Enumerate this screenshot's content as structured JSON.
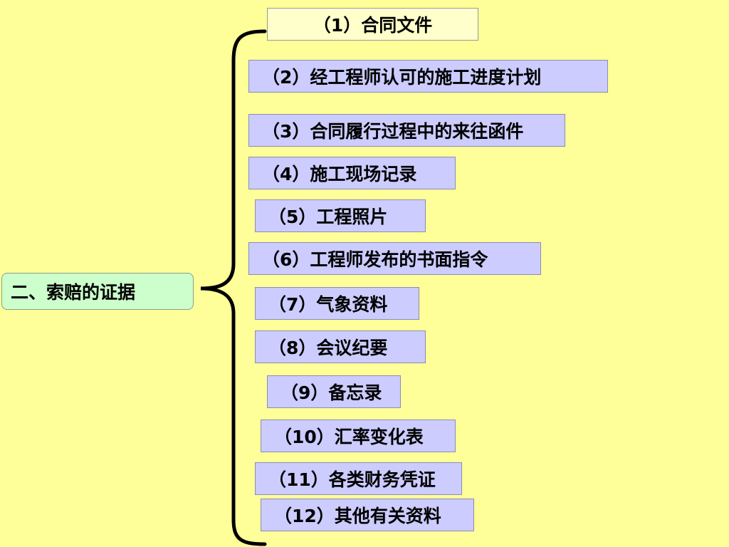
{
  "colors": {
    "background": "#ffff99",
    "root_fill": "#ccffcc",
    "first_item_fill": "#ffffcc",
    "item_fill": "#ccccff",
    "brace": "#000000"
  },
  "root": {
    "label": "二、索赔的证据"
  },
  "items": [
    {
      "label": "（1）合同文件"
    },
    {
      "label": "（2）经工程师认可的施工进度计划"
    },
    {
      "label": "（3）合同履行过程中的来往函件"
    },
    {
      "label": "（4）施工现场记录"
    },
    {
      "label": "（5）工程照片"
    },
    {
      "label": "（6）工程师发布的书面指令"
    },
    {
      "label": "（7）气象资料"
    },
    {
      "label": "（8）会议纪要"
    },
    {
      "label": "（9）备忘录"
    },
    {
      "label": "（10）汇率变化表"
    },
    {
      "label": "（11）各类财务凭证"
    },
    {
      "label": "（12）其他有关资料"
    }
  ]
}
